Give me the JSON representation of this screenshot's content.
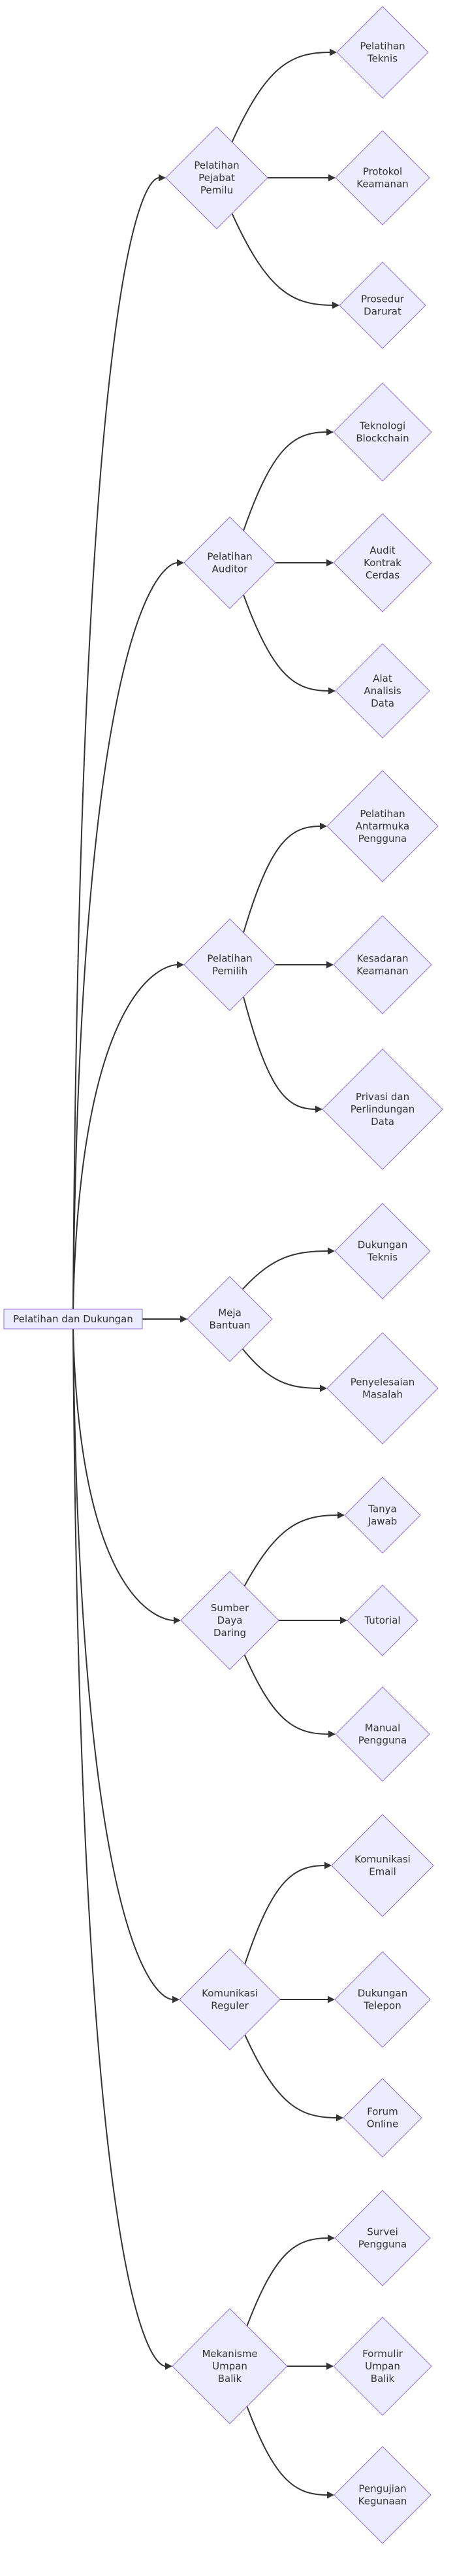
{
  "diagram": {
    "root": {
      "id": "root",
      "lines": [
        "Pelatihan dan Dukungan"
      ]
    },
    "branches": [
      {
        "id": "b1",
        "lines": [
          "Pelatihan",
          "Pejabat",
          "Pemilu"
        ],
        "children": [
          {
            "id": "b1c1",
            "lines": [
              "Pelatihan",
              "Teknis"
            ]
          },
          {
            "id": "b1c2",
            "lines": [
              "Protokol",
              "Keamanan"
            ]
          },
          {
            "id": "b1c3",
            "lines": [
              "Prosedur",
              "Darurat"
            ]
          }
        ]
      },
      {
        "id": "b2",
        "lines": [
          "Pelatihan",
          "Auditor"
        ],
        "children": [
          {
            "id": "b2c1",
            "lines": [
              "Teknologi",
              "Blockchain"
            ]
          },
          {
            "id": "b2c2",
            "lines": [
              "Audit",
              "Kontrak",
              "Cerdas"
            ]
          },
          {
            "id": "b2c3",
            "lines": [
              "Alat",
              "Analisis",
              "Data"
            ]
          }
        ]
      },
      {
        "id": "b3",
        "lines": [
          "Pelatihan",
          "Pemilih"
        ],
        "children": [
          {
            "id": "b3c1",
            "lines": [
              "Pelatihan",
              "Antarmuka",
              "Pengguna"
            ]
          },
          {
            "id": "b3c2",
            "lines": [
              "Kesadaran",
              "Keamanan"
            ]
          },
          {
            "id": "b3c3",
            "lines": [
              "Privasi dan",
              "Perlindungan",
              "Data"
            ]
          }
        ]
      },
      {
        "id": "b4",
        "lines": [
          "Meja",
          "Bantuan"
        ],
        "children": [
          {
            "id": "b4c1",
            "lines": [
              "Dukungan",
              "Teknis"
            ]
          },
          {
            "id": "b4c2",
            "lines": [
              "Penyelesaian",
              "Masalah"
            ]
          }
        ]
      },
      {
        "id": "b5",
        "lines": [
          "Sumber",
          "Daya",
          "Daring"
        ],
        "children": [
          {
            "id": "b5c1",
            "lines": [
              "Tanya",
              "Jawab"
            ]
          },
          {
            "id": "b5c2",
            "lines": [
              "Tutorial"
            ]
          },
          {
            "id": "b5c3",
            "lines": [
              "Manual",
              "Pengguna"
            ]
          }
        ]
      },
      {
        "id": "b6",
        "lines": [
          "Komunikasi",
          "Reguler"
        ],
        "children": [
          {
            "id": "b6c1",
            "lines": [
              "Komunikasi",
              "Email"
            ]
          },
          {
            "id": "b6c2",
            "lines": [
              "Dukungan",
              "Telepon"
            ]
          },
          {
            "id": "b6c3",
            "lines": [
              "Forum",
              "Online"
            ]
          }
        ]
      },
      {
        "id": "b7",
        "lines": [
          "Mekanisme",
          "Umpan",
          "Balik"
        ],
        "children": [
          {
            "id": "b7c1",
            "lines": [
              "Survei",
              "Pengguna"
            ]
          },
          {
            "id": "b7c2",
            "lines": [
              "Formulir",
              "Umpan",
              "Balik"
            ]
          },
          {
            "id": "b7c3",
            "lines": [
              "Pengujian",
              "Kegunaan"
            ]
          }
        ]
      }
    ]
  },
  "colors": {
    "node_fill": "#ececff",
    "node_stroke": "#9370db",
    "edge": "#333333",
    "text": "#333333"
  }
}
